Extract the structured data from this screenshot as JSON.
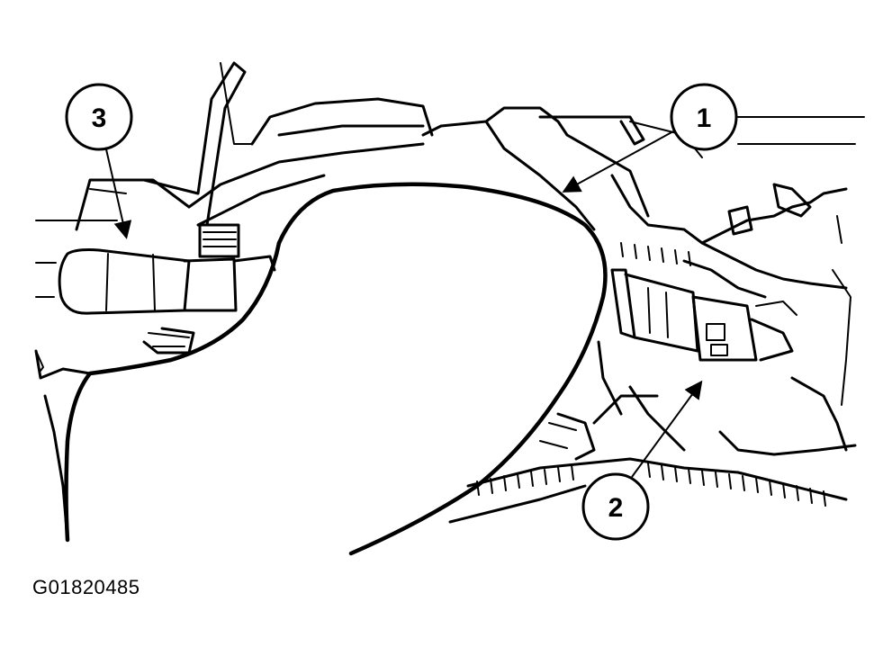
{
  "diagram": {
    "figure_id": "G01820485",
    "callouts": [
      {
        "number": "1"
      },
      {
        "number": "2"
      },
      {
        "number": "3"
      }
    ]
  }
}
